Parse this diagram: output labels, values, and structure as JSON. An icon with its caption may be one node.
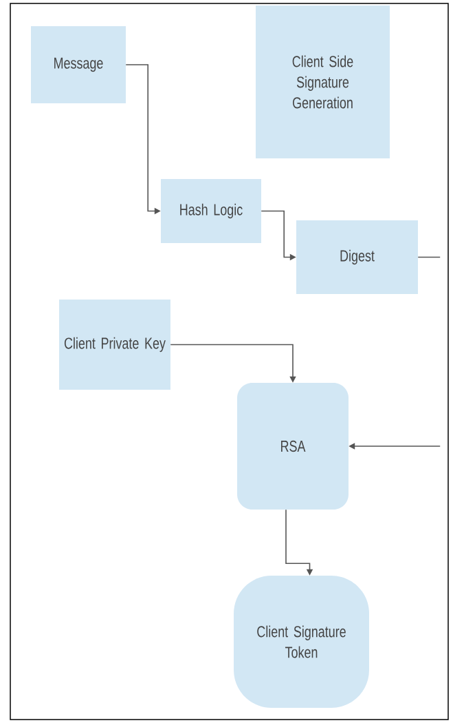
{
  "diagram": {
    "nodes": [
      {
        "text": [
          "Message"
        ]
      },
      {
        "text": [
          "Client Side Signature Generation"
        ]
      },
      {
        "text": [
          "Hash Logic"
        ]
      },
      {
        "text": [
          "Digest"
        ]
      },
      {
        "text": [
          "Client Private Key"
        ]
      },
      {
        "text": [
          "RSA"
        ]
      },
      {
        "text": [
          "Client Signature Token"
        ]
      }
    ],
    "edges": [
      {
        "from": 0,
        "to": 2,
        "arrow": "to"
      },
      {
        "from": 2,
        "to": 3,
        "arrow": "to"
      },
      {
        "from": 3,
        "to": null,
        "arrow": "none"
      },
      {
        "from": null,
        "to": 5,
        "arrow": "to"
      },
      {
        "from": 4,
        "to": 5,
        "arrow": "to"
      },
      {
        "from": 5,
        "to": 6,
        "arrow": "to"
      }
    ]
  }
}
